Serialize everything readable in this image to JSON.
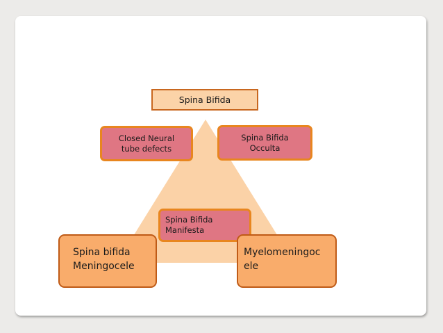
{
  "diagram": {
    "title": "Spina Bifida",
    "closed": {
      "line1": "Closed Neural",
      "line2": "tube defects"
    },
    "occulta": {
      "line1": "Spina Bifida",
      "line2": "Occulta"
    },
    "manifesta": {
      "line1": "Spina Bifida",
      "line2": "Manifesta"
    },
    "meningocele": {
      "line1": "Spina bifida",
      "line2": "Meningocele"
    },
    "myelo": {
      "line1": "Myelomeningoc",
      "line2": "ele"
    },
    "colors": {
      "triangle": "#fbd2a7",
      "pink_fill": "#df7683",
      "pink_border": "#e8861f",
      "orange_fill": "#f9ac6b",
      "orange_border": "#bf5b17",
      "title_fill": "#fbd3a8",
      "title_border": "#c8671f"
    }
  }
}
